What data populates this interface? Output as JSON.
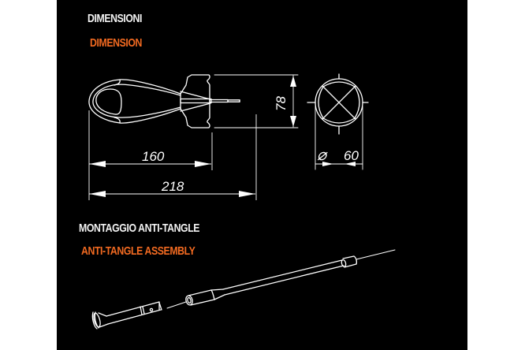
{
  "sections": {
    "dimensions": {
      "title_it": "DIMENSIONI",
      "title_en": "DIMENSION"
    },
    "assembly": {
      "title_it": "MONTAGGIO ANTI-TANGLE",
      "title_en": "ANTI-TANGLE ASSEMBLY"
    }
  },
  "dimensions": {
    "height": "78",
    "diameter_symbol": "⌀",
    "diameter": "60",
    "body_length": "160",
    "total_length": "218"
  },
  "colors": {
    "background": "#000000",
    "primary_text": "#f2f2f2",
    "accent": "#f26a21",
    "line": "#ffffff"
  }
}
